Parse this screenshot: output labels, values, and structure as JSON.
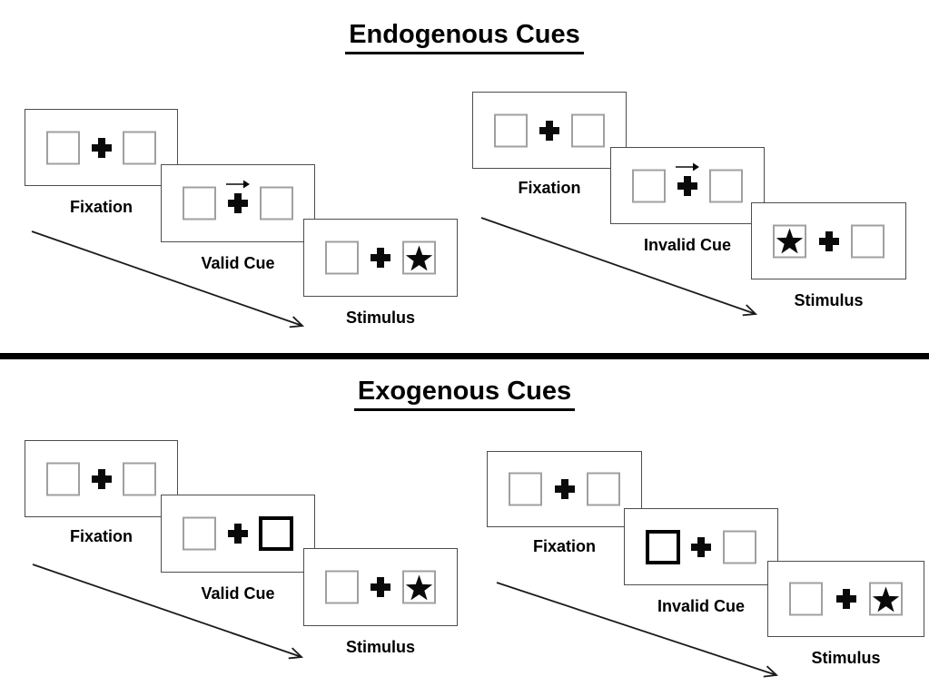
{
  "sections": [
    {
      "title": "Endogenous Cues",
      "groups": [
        {
          "panels": [
            {
              "label": "Fixation"
            },
            {
              "label": "Valid Cue"
            },
            {
              "label": "Stimulus"
            }
          ]
        },
        {
          "panels": [
            {
              "label": "Fixation"
            },
            {
              "label": "Invalid Cue"
            },
            {
              "label": "Stimulus"
            }
          ]
        }
      ]
    },
    {
      "title": "Exogenous Cues",
      "groups": [
        {
          "panels": [
            {
              "label": "Fixation"
            },
            {
              "label": "Valid Cue"
            },
            {
              "label": "Stimulus"
            }
          ]
        },
        {
          "panels": [
            {
              "label": "Fixation"
            },
            {
              "label": "Invalid Cue"
            },
            {
              "label": "Stimulus"
            }
          ]
        }
      ]
    }
  ],
  "icons": {
    "fixation_cross": "✚",
    "cue_arrow": "→",
    "star": "★",
    "timeline_arrow": "↘"
  },
  "colors": {
    "background": "#ffffff",
    "panel_border": "#4d4d4d",
    "box_border": "#a0a0a0",
    "highlight_box_border": "#000000",
    "ink": "#000000",
    "divider": "#000000"
  }
}
